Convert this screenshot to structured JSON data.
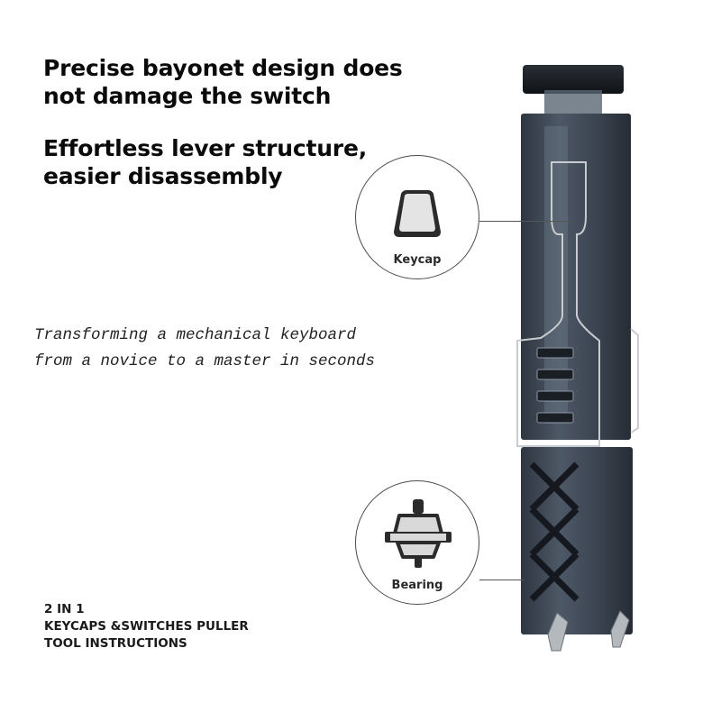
{
  "headlines": {
    "line1": "Precise bayonet design does not damage the switch",
    "line2": "Effortless lever structure, easier disassembly"
  },
  "tagline": {
    "line1": "Transforming a mechanical keyboard",
    "line2": "from a novice to a master in seconds"
  },
  "instructions": {
    "line1": "2 IN 1",
    "line2": "KEYCAPS &SWITCHES PULLER",
    "line3": "TOOL INSTRUCTIONS"
  },
  "callouts": {
    "keycap": {
      "label": "Keycap",
      "icon": "keycap-icon"
    },
    "bearing": {
      "label": "Bearing",
      "icon": "switch-icon"
    }
  },
  "colors": {
    "tool_body": "#3c4654",
    "tool_dark": "#1e242c",
    "wire": "#c8ccd0"
  }
}
